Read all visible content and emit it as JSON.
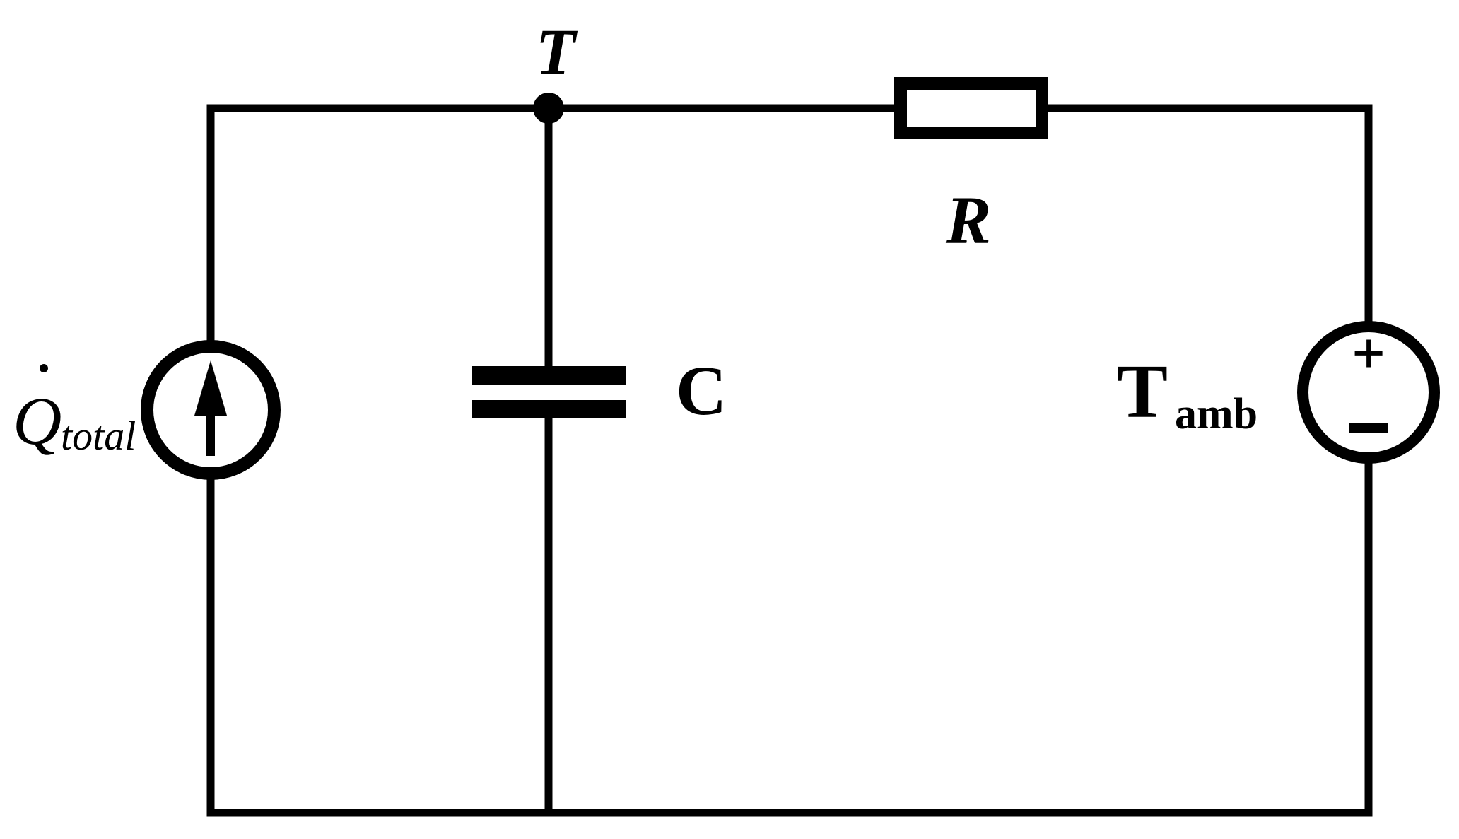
{
  "diagram": {
    "node_label": "T",
    "resistor_label": "R",
    "capacitor_label": "C",
    "heat_source_symbol": "Q",
    "heat_source_subscript": "total",
    "ambient_symbol": "T",
    "ambient_subscript": "amb",
    "plus_sign": "+",
    "minus_sign": "–"
  },
  "colors": {
    "stroke": "#000000",
    "background": "#ffffff"
  }
}
